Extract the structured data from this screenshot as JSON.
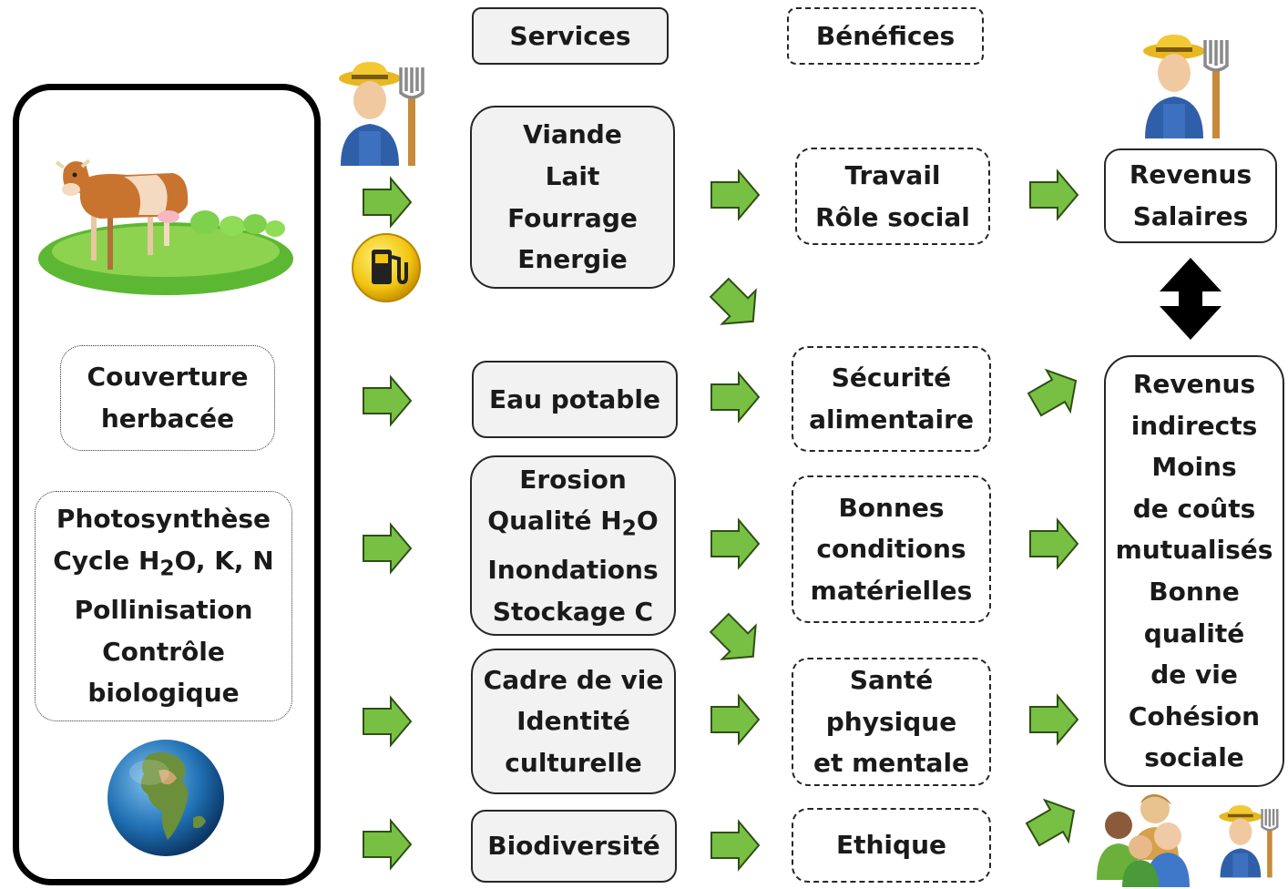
{
  "headers": {
    "services": "Services",
    "benefices": "Bénéfices"
  },
  "ecosystem": {
    "couverture": [
      "Couverture",
      "herbacée"
    ],
    "fonctions": [
      {
        "pre": "Photosynthèse"
      },
      {
        "pre": "Cycle H",
        "sub": "2",
        "post": "O, K, N"
      },
      {
        "pre": "Pollinisation"
      },
      {
        "pre": "Contrôle"
      },
      {
        "pre": "biologique"
      }
    ]
  },
  "services": {
    "production": [
      "Viande",
      "Lait",
      "Fourrage",
      "Energie"
    ],
    "eau": [
      "Eau potable"
    ],
    "regulation": [
      {
        "pre": "Erosion"
      },
      {
        "pre": "Qualité H",
        "sub": "2",
        "post": "O"
      },
      {
        "pre": "Inondations"
      },
      {
        "pre": "Stockage C"
      }
    ],
    "culturel": [
      "Cadre de vie",
      "Identité",
      "culturelle"
    ],
    "biodiversite": [
      "Biodiversité"
    ]
  },
  "benefices": {
    "travail": [
      "Travail",
      "Rôle social"
    ],
    "securite": [
      "Sécurité",
      "alimentaire"
    ],
    "conditions": [
      "Bonnes",
      "conditions",
      "matérielles"
    ],
    "sante": [
      "Santé",
      "physique",
      "et mentale"
    ],
    "ethique": [
      "Ethique"
    ]
  },
  "revenus": {
    "directs": [
      "Revenus",
      "Salaires"
    ],
    "indirects": [
      "Revenus",
      "indirects",
      "Moins",
      "de coûts",
      "mutualisés",
      "Bonne",
      "qualité",
      "de vie",
      "Cohésion",
      "sociale"
    ]
  },
  "colors": {
    "arrow_fill": "#78c043",
    "arrow_stroke": "#2f4f16",
    "box_fill": "#f2f2f2",
    "border": "#262626"
  },
  "icons": [
    "farmer-icon",
    "fuel-pump-icon",
    "cow-meadow-icon",
    "earth-globe-icon",
    "community-people-icon",
    "double-arrow-icon"
  ]
}
